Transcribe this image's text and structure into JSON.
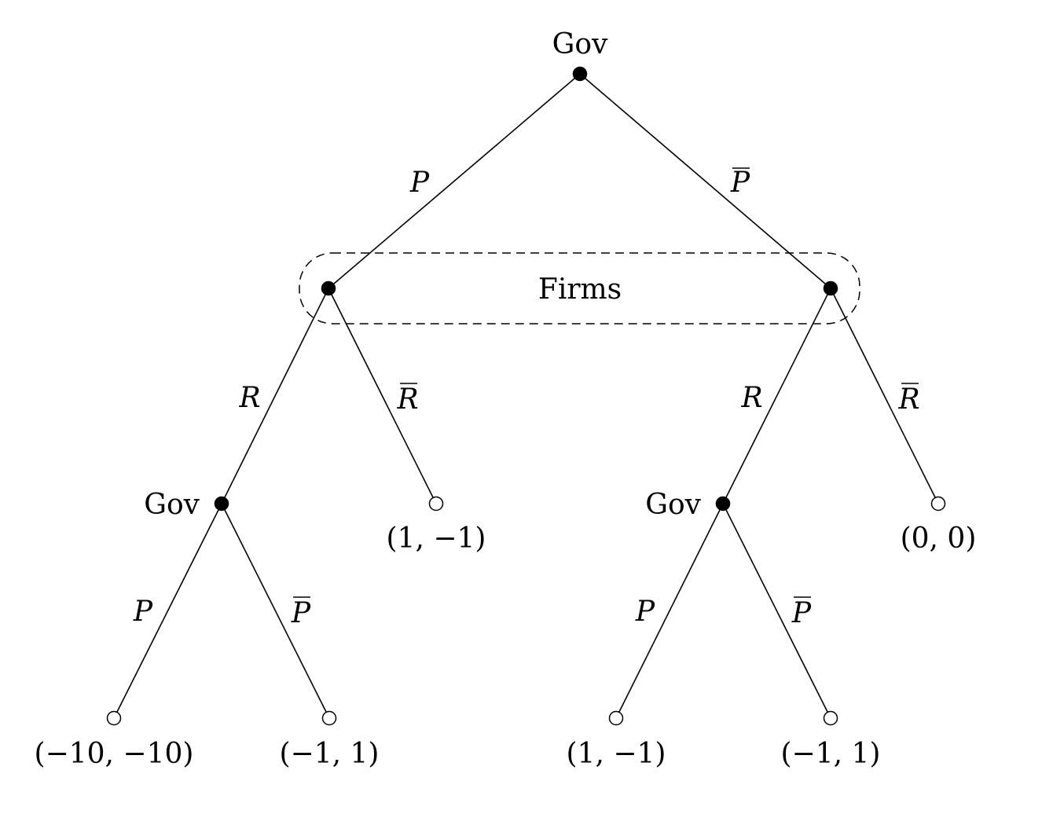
{
  "players": {
    "root": "Gov",
    "information_set": "Firms",
    "left_gov": "Gov",
    "right_gov": "Gov"
  },
  "actions": {
    "root_left": "P",
    "root_right": "P",
    "firm_left_R": "R",
    "firm_left_Rbar": "R",
    "firm_right_R": "R",
    "firm_right_Rbar": "R",
    "gov_left_P": "P",
    "gov_left_Pbar": "P",
    "gov_right_P": "P",
    "gov_right_Pbar": "P"
  },
  "payoffs": {
    "left_left_left": "(−10, −10)",
    "left_left_right": "(−1, 1)",
    "left_right": "(1, −1)",
    "right_left_left": "(1, −1)",
    "right_left_right": "(−1, 1)",
    "right_right": "(0, 0)"
  }
}
